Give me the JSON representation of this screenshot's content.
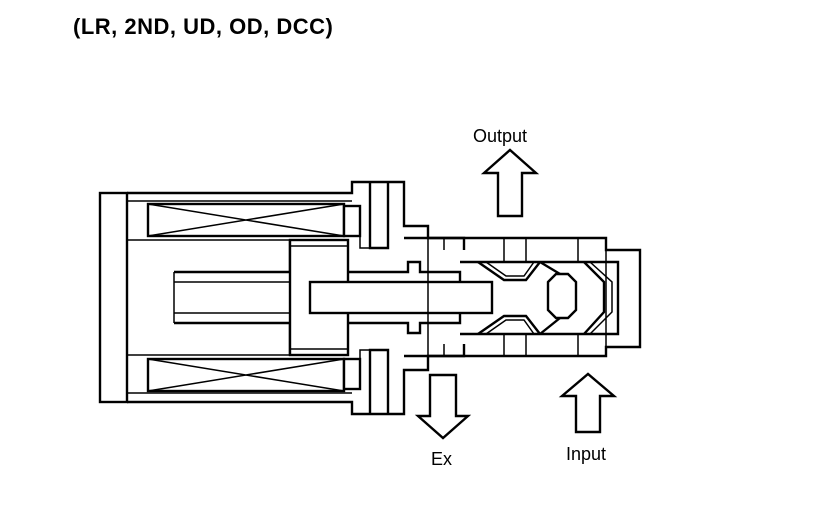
{
  "title": "(LR, 2ND, UD, OD, DCC)",
  "labels": {
    "output": "Output",
    "ex": "Ex",
    "input": "Input"
  },
  "colors": {
    "line": "#000000",
    "background": "#ffffff"
  }
}
